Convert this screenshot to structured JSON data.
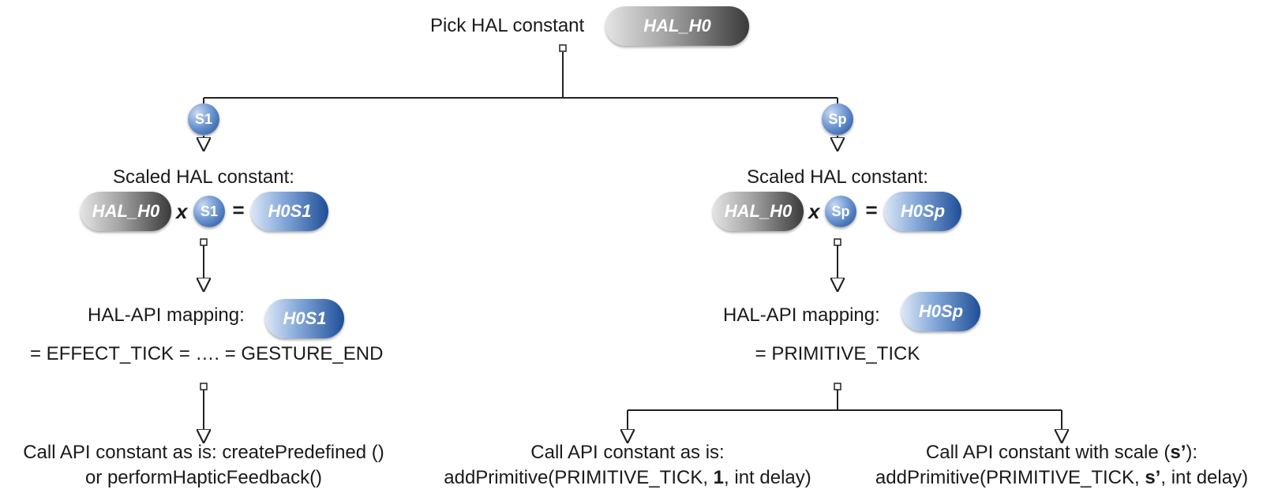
{
  "top": {
    "label": "Pick HAL constant",
    "pill": "HAL_H0"
  },
  "left": {
    "scale_badge": "S1",
    "scaled_title": "Scaled HAL constant:",
    "eq_pill": "HAL_H0",
    "times": "x",
    "eq_badge": "S1",
    "equals": "=",
    "result_pill": "H0S1",
    "mapping_label": "HAL-API mapping:",
    "mapping_pill": "H0S1",
    "mapping_value": "= EFFECT_TICK = …. = GESTURE_END",
    "call_line1": "Call API constant as is: createPredefined ()",
    "call_line2": "or performHapticFeedback()"
  },
  "right": {
    "scale_badge": "Sp",
    "scaled_title": "Scaled HAL constant:",
    "eq_pill": "HAL_H0",
    "times": "x",
    "eq_badge": "Sp",
    "equals": "=",
    "result_pill": "H0Sp",
    "mapping_label": "HAL-API mapping:",
    "mapping_pill": "H0Sp",
    "mapping_value": "= PRIMITIVE_TICK",
    "branch_a": {
      "line1": "Call API constant as is:",
      "pre": "addPrimitive(PRIMITIVE_TICK, ",
      "bold": "1",
      "post": ", int delay)"
    },
    "branch_b": {
      "line1_pre": "Call API constant with scale (",
      "line1_bold": "s’",
      "line1_post": "):",
      "pre": "addPrimitive(PRIMITIVE_TICK, ",
      "bold": "s’",
      "post": ", int delay)"
    }
  }
}
